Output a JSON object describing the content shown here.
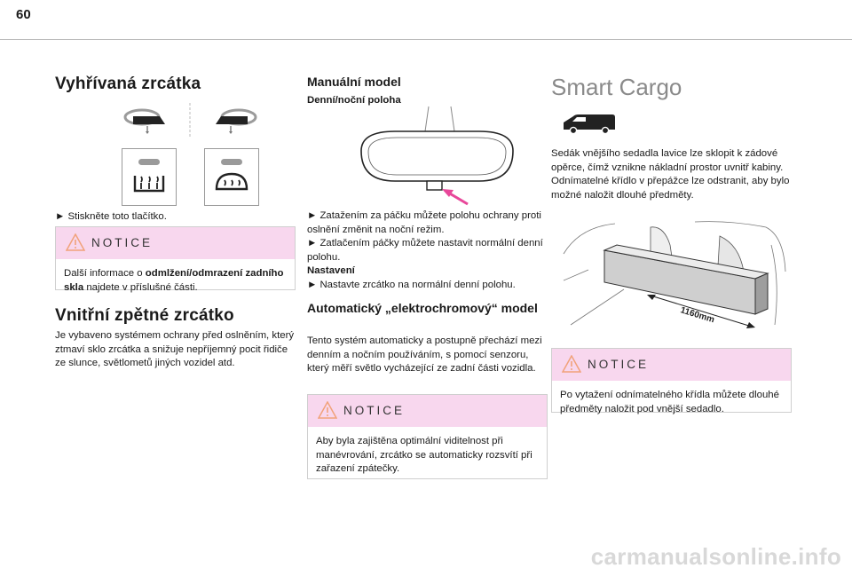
{
  "page_number": "60",
  "col1": {
    "heading": "Vyhřívaná zrcátka",
    "instruction": "► Stiskněte toto tlačítko.",
    "notice": {
      "title": "NOTICE",
      "text_pre": "Další informace o ",
      "text_bold": "odmlžení/odmrazení zadního skla",
      "text_post": " najdete v příslušné části."
    },
    "heading2": "Vnitřní zpětné zrcátko",
    "para": "Je vybaveno systémem ochrany před oslněním, který ztmaví sklo zrcátka a snižuje nepříjemný pocit řidiče ze slunce, světlometů jiných vozidel atd."
  },
  "col2": {
    "heading": "Manuální model",
    "subheading": "Denní/noční poloha",
    "bullet1": "► Zatažením za páčku můžete polohu ochrany proti oslnění změnit na noční režim.",
    "bullet2": "► Zatlačením páčky můžete nastavit normální denní polohu.",
    "setting_label": "Nastavení",
    "bullet3": "► Nastavte zrcátko na normální denní polohu.",
    "heading2": "Automatický „elektrochromový“ model",
    "para": "Tento systém automaticky a postupně přechází mezi denním a nočním používáním, s pomocí senzoru, který měří světlo vycházející ze zadní části vozidla.",
    "notice": {
      "title": "NOTICE",
      "text": "Aby byla zajištěna optimální viditelnost při manévrování, zrcátko se automaticky rozsvítí při zařazení zpátečky."
    }
  },
  "col3": {
    "heading": "Smart Cargo",
    "para1": "Sedák vnějšího sedadla lavice lze sklopit k zádové opěrce, čímž vznikne nákladní prostor uvnitř kabiny.",
    "para2": "Odnímatelné křídlo v přepážce lze odstranit, aby bylo možné naložit dlouhé předměty.",
    "dimension_label": "1160mm",
    "notice": {
      "title": "NOTICE",
      "text": "Po vytažení odnímatelného křídla můžete dlouhé předměty naložit pod vnější sedadlo."
    }
  },
  "watermark": "carmanualsonline.info",
  "colors": {
    "notice_bg": "#f8d7ee",
    "accent_arrow": "#e8479a",
    "rule": "#bcbcbc"
  }
}
